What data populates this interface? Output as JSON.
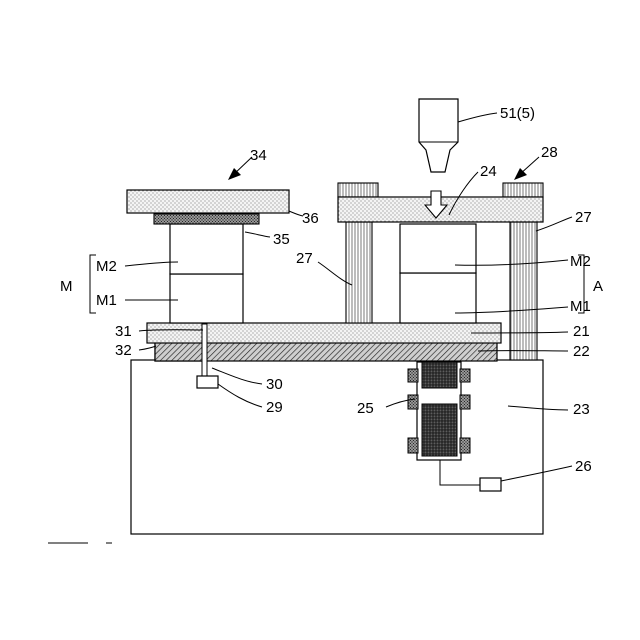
{
  "labels": {
    "l51": "51(5)",
    "l28": "28",
    "l34": "34",
    "l24": "24",
    "l27a": "27",
    "l27b": "27",
    "l36": "36",
    "l35": "35",
    "lM2left": "M2",
    "lM1left": "M1",
    "lM": "M",
    "lM2right": "M2",
    "lM1right": "M1",
    "lA": "A",
    "l31": "31",
    "l21": "21",
    "l32": "32",
    "l22": "22",
    "l30": "30",
    "l29": "29",
    "l25": "25",
    "l23": "23",
    "l26": "26"
  }
}
